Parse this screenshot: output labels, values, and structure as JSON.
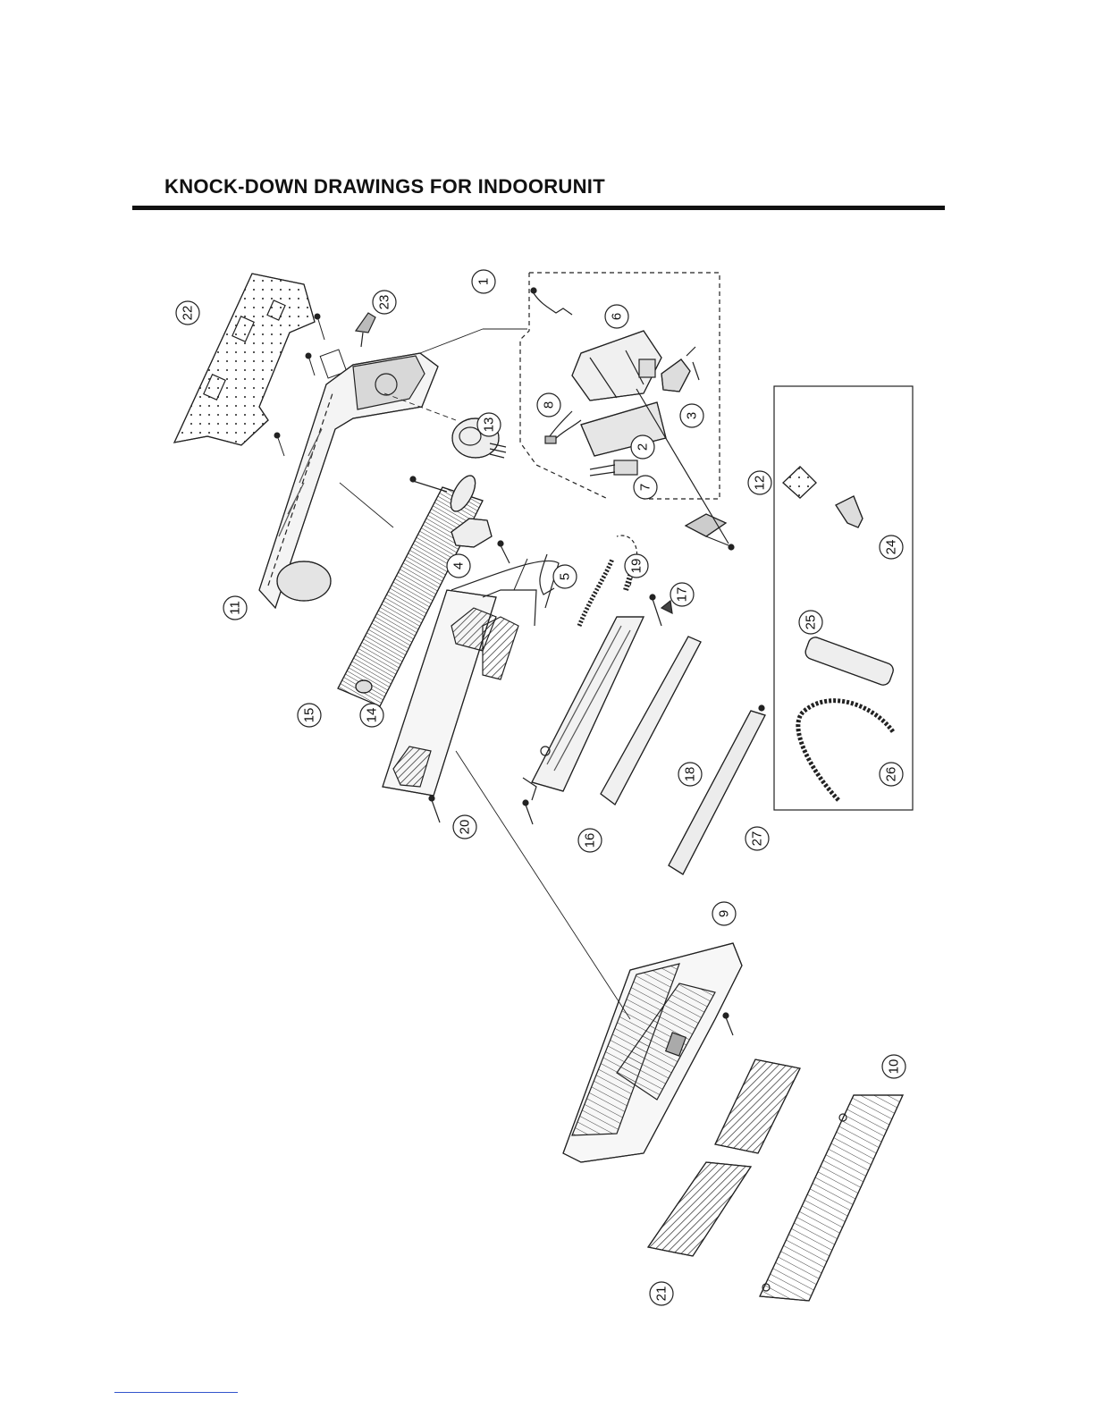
{
  "page": {
    "title": "KNOCK-DOWN DRAWINGS FOR INDOORUNIT"
  },
  "callouts": [
    {
      "id": "1",
      "label": "1"
    },
    {
      "id": "2",
      "label": "2"
    },
    {
      "id": "3",
      "label": "3"
    },
    {
      "id": "4",
      "label": "4"
    },
    {
      "id": "5",
      "label": "5"
    },
    {
      "id": "6",
      "label": "6"
    },
    {
      "id": "7",
      "label": "7"
    },
    {
      "id": "8",
      "label": "8"
    },
    {
      "id": "9",
      "label": "9"
    },
    {
      "id": "10",
      "label": "10"
    },
    {
      "id": "11",
      "label": "11"
    },
    {
      "id": "12",
      "label": "12"
    },
    {
      "id": "13",
      "label": "13"
    },
    {
      "id": "14",
      "label": "14"
    },
    {
      "id": "15",
      "label": "15"
    },
    {
      "id": "16",
      "label": "16"
    },
    {
      "id": "17",
      "label": "17"
    },
    {
      "id": "18",
      "label": "18"
    },
    {
      "id": "19",
      "label": "19"
    },
    {
      "id": "20",
      "label": "20"
    },
    {
      "id": "21",
      "label": "21"
    },
    {
      "id": "22",
      "label": "22"
    },
    {
      "id": "23",
      "label": "23"
    },
    {
      "id": "24",
      "label": "24"
    },
    {
      "id": "25",
      "label": "25"
    },
    {
      "id": "26",
      "label": "26"
    },
    {
      "id": "27",
      "label": "27"
    }
  ]
}
